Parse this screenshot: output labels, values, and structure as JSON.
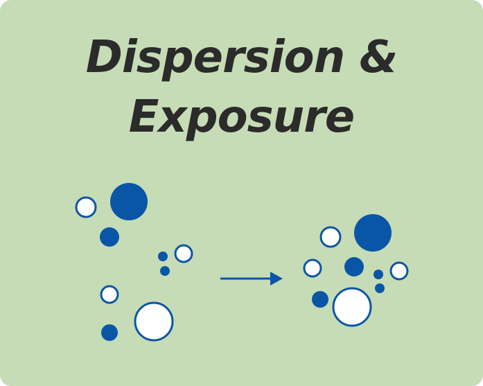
{
  "title": {
    "line1": "Dispersion &",
    "line2": "Exposure"
  },
  "colors": {
    "background": "#c6dcb6",
    "particle": "#0a56a6",
    "particle_outline": "#0a56a6",
    "hollow_fill": "#ffffff",
    "title_text": "#2b2b2b"
  },
  "icons": [
    "particle-filled",
    "particle-hollow",
    "arrow-right-icon"
  ]
}
